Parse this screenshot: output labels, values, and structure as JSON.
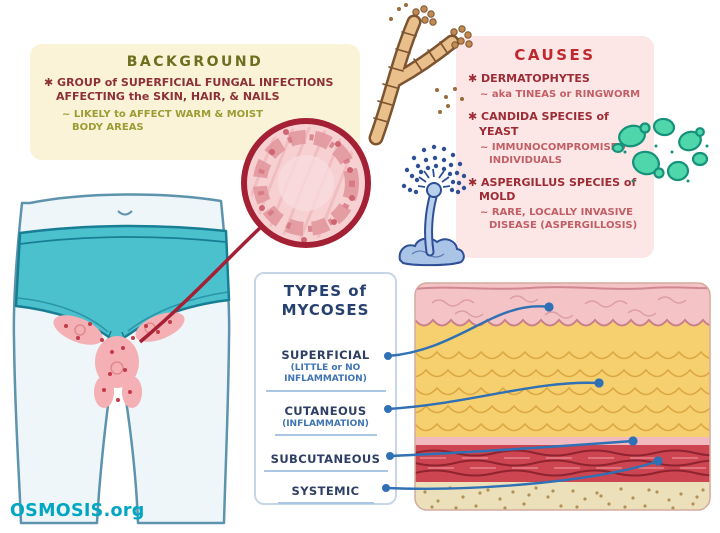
{
  "background_box": {
    "title": "BACKGROUND",
    "point": "✱ GROUP of SUPERFICIAL FUNGAL INFECTIONS AFFECTING the SKIN, HAIR, & NAILS",
    "subpoint": "~ LIKELY to AFFECT WARM & MOIST BODY AREAS"
  },
  "causes_box": {
    "title": "CAUSES",
    "items": [
      {
        "label": "✱ DERMATOPHYTES",
        "sub": "~ aka TINEAS or RINGWORM"
      },
      {
        "label": "✱ CANDIDA SPECIES of YEAST",
        "sub": "~ IMMUNOCOMPROMISED INDIVIDUALS"
      },
      {
        "label": "✱ ASPERGILLUS SPECIES of MOLD",
        "sub": "~ RARE, LOCALLY INVASIVE DISEASE (ASPERGILLOSIS)"
      }
    ]
  },
  "types_box": {
    "title": "TYPES of MYCOSES",
    "items": [
      {
        "label": "SUPERFICIAL",
        "sub": "(LITTLE or NO INFLAMMATION)"
      },
      {
        "label": "CUTANEOUS",
        "sub": "(INFLAMMATION)"
      },
      {
        "label": "SUBCUTANEOUS",
        "sub": ""
      },
      {
        "label": "SYSTEMIC",
        "sub": ""
      }
    ]
  },
  "illustrations": {
    "lower_body": "lower-body-with-groin-rash",
    "magnifier": "rash-zoom-circle",
    "hyphae": "dermatophyte-hyphae-icon",
    "mold": "aspergillus-mold-icon",
    "yeast": "candida-yeast-icon",
    "skin": "skin-layer-cross-section"
  },
  "colors": {
    "background_box_bg": "#faf3d7",
    "causes_box_bg": "#fce6e6",
    "pointer_blue": "#3070b4",
    "magnifier_ring_red": "#a32035",
    "underwear_teal": "#4cc1ce",
    "yeast_green": "#4fd6ab",
    "logo_teal": "#00a7c3"
  },
  "logo": {
    "text": "OSMOSIS.org"
  }
}
